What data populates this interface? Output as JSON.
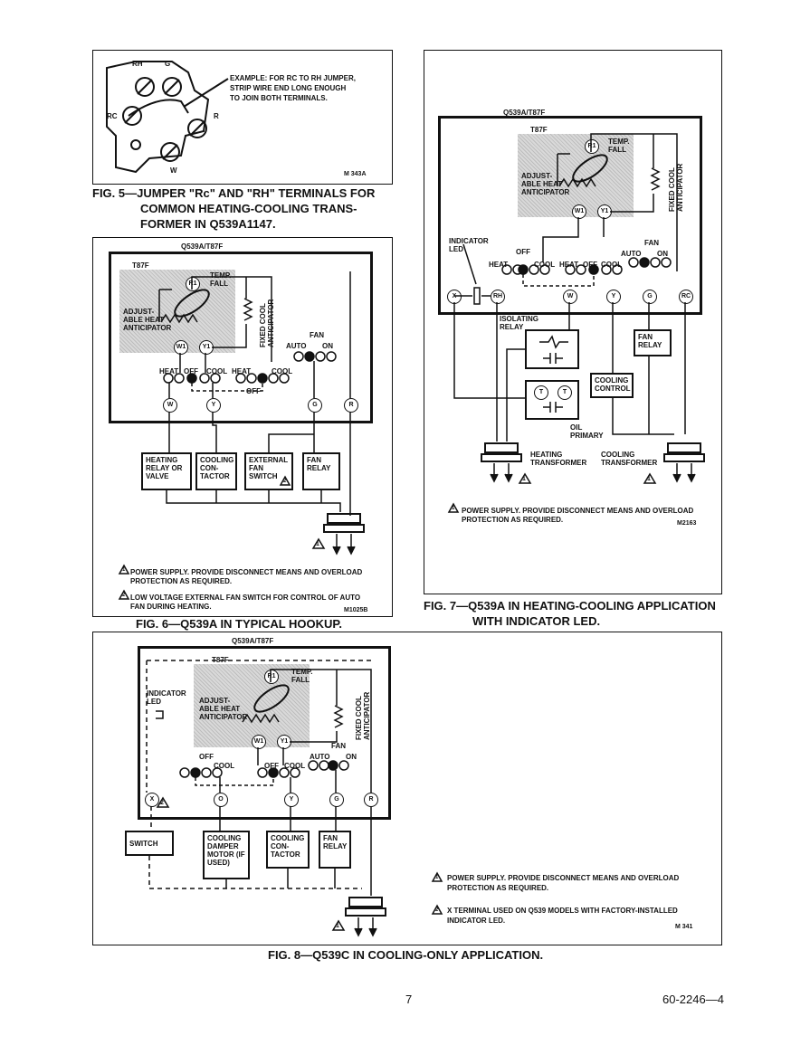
{
  "fig5": {
    "note_line1": "EXAMPLE: FOR RC TO RH JUMPER,",
    "note_line2": "STRIP WIRE END LONG ENOUGH",
    "note_line3": "TO JOIN BOTH TERMINALS.",
    "code": "M 343A",
    "term_rh": "RH",
    "term_g": "G",
    "term_rc": "RC",
    "term_r": "R",
    "term_w": "W",
    "caption_line1": "FIG. 5—JUMPER \"Rc\" AND \"RH\" TERMINALS FOR",
    "caption_line2": "COMMON HEATING-COOLING TRANS-",
    "caption_line3": "FORMER IN Q539A1147."
  },
  "fig6": {
    "model": "Q539A/T87F",
    "thermostat": "T87F",
    "temp_fall": "TEMP. FALL",
    "anticipator": "ADJUST- ABLE HEAT ANTICIPATOR",
    "fixed_cool": "FIXED COOL ANTICIPATOR",
    "r1": "R1",
    "w1": "W1",
    "y1": "Y1",
    "heat": "HEAT",
    "off": "OFF",
    "cool": "COOL",
    "heat2": "HEAT",
    "cool2": "COOL",
    "off2": "OFF",
    "fan": "FAN",
    "auto": "AUTO",
    "on": "ON",
    "t_w": "W",
    "t_y": "Y",
    "t_g": "G",
    "t_r": "R",
    "dev1": "HEATING RELAY OR VALVE",
    "dev2": "COOLING CON- TACTOR",
    "dev3": "EXTERNAL FAN SWITCH",
    "dev4": "FAN RELAY",
    "note1": "POWER SUPPLY. PROVIDE DISCONNECT MEANS AND OVERLOAD",
    "note1b": "PROTECTION AS REQUIRED.",
    "note2": "LOW VOLTAGE EXTERNAL FAN SWITCH FOR CONTROL OF AUTO",
    "note2b": "FAN DURING HEATING.",
    "code": "M1025B",
    "caption": "FIG. 6—Q539A IN TYPICAL HOOKUP."
  },
  "fig7": {
    "model": "Q539A/T87F",
    "thermostat": "T87F",
    "temp_fall": "TEMP. FALL",
    "anticipator": "ADJUST- ABLE HEAT ANTICIPATOR",
    "fixed_cool": "FIXED COOL ANTICIPATOR",
    "r1": "R1",
    "w1": "W1",
    "y1": "Y1",
    "indicator": "INDICATOR LED",
    "heat": "HEAT",
    "off": "OFF",
    "cool": "COOL",
    "heat2": "HEAT",
    "off2": "OFF",
    "cool2": "COOL",
    "fan": "FAN",
    "auto": "AUTO",
    "on": "ON",
    "t_x": "X",
    "t_rh": "RH",
    "t_w": "W",
    "t_y": "Y",
    "t_g": "G",
    "t_rc": "RC",
    "isolating": "ISOLATING RELAY",
    "fan_relay": "FAN RELAY",
    "cooling_control": "COOLING CONTROL",
    "t1": "T",
    "t2": "T",
    "oil": "OIL PRIMARY",
    "heating_tx": "HEATING TRANSFORMER",
    "cooling_tx": "COOLING TRANSFORMER",
    "note1": "POWER SUPPLY. PROVIDE DISCONNECT MEANS AND OVERLOAD",
    "note1b": "PROTECTION AS REQUIRED.",
    "code": "M2163",
    "caption_line1": "FIG. 7—Q539A IN HEATING-COOLING APPLICATION",
    "caption_line2": "WITH INDICATOR LED."
  },
  "fig8": {
    "model": "Q539A/T87F",
    "thermostat": "T87F",
    "temp_fall": "TEMP. FALL",
    "anticipator": "ADJUST- ABLE HEAT ANTICIPATOR",
    "fixed_cool": "FIXED COOL ANTICIPATOR",
    "r1": "R1",
    "w1": "W1",
    "y1": "Y1",
    "indicator": "INDICATOR LED",
    "off": "OFF",
    "cool": "COOL",
    "off2": "OFF",
    "cool2": "COOL",
    "fan": "FAN",
    "auto": "AUTO",
    "on": "ON",
    "t_x": "X",
    "t_o": "O",
    "t_y": "Y",
    "t_g": "G",
    "t_r": "R",
    "dev1": "SWITCH",
    "dev2": "COOLING DAMPER MOTOR (IF USED)",
    "dev3": "COOLING CON- TACTOR",
    "dev4": "FAN RELAY",
    "note1": "POWER SUPPLY. PROVIDE DISCONNECT MEANS AND OVERLOAD",
    "note1b": "PROTECTION AS REQUIRED.",
    "note2": "X TERMINAL USED ON Q539 MODELS WITH FACTORY-INSTALLED",
    "note2b": "INDICATOR LED.",
    "code": "M 341",
    "caption": "FIG. 8—Q539C IN COOLING-ONLY APPLICATION."
  },
  "footer": {
    "page": "7",
    "doc": "60-2246—4"
  },
  "marks": {
    "n1": "1",
    "n2": "2"
  }
}
